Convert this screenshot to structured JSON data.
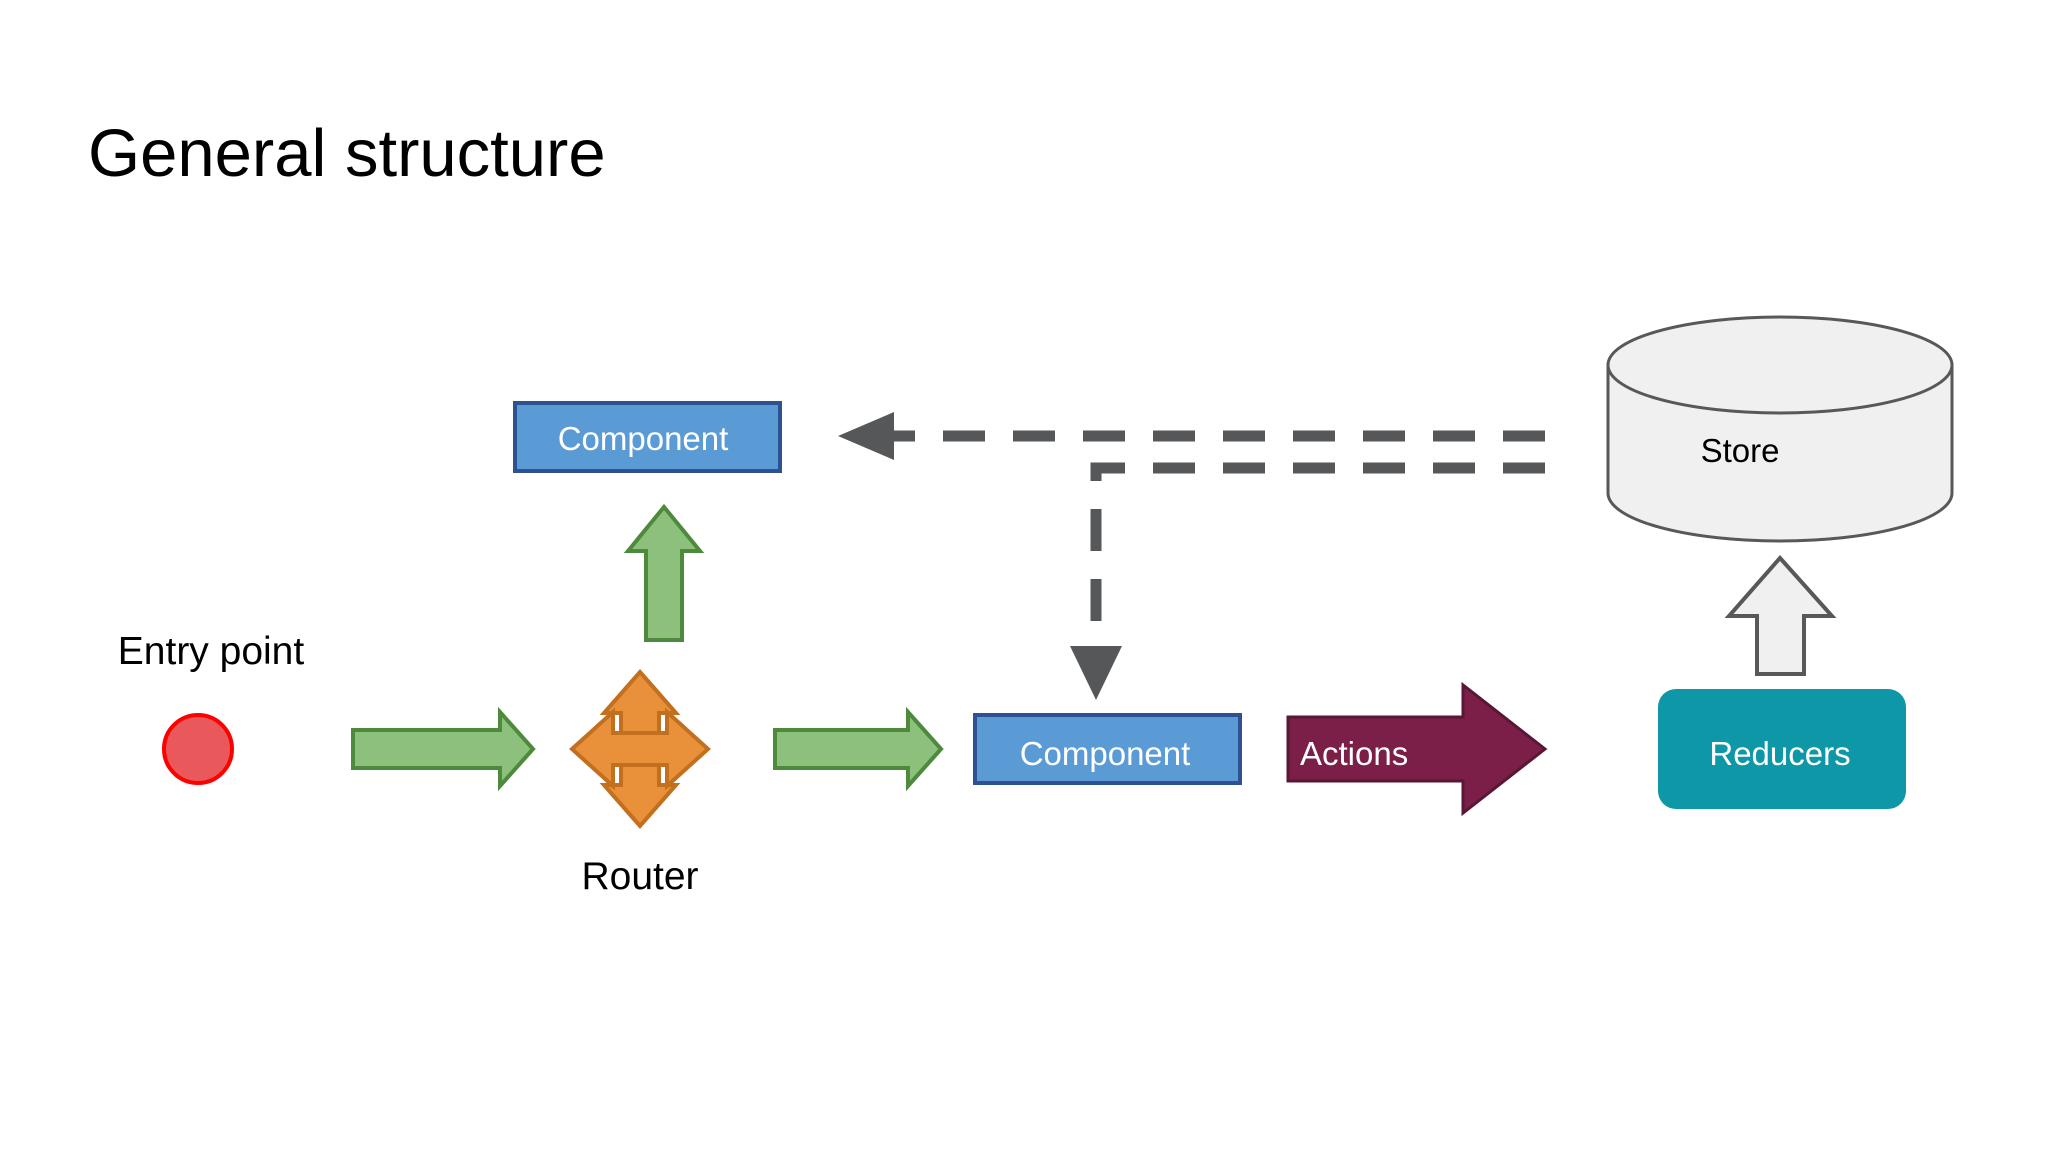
{
  "slide": {
    "title": "General structure",
    "background": "#ffffff"
  },
  "palette": {
    "component_fill": "#5B9BD5",
    "component_stroke": "#2E528F",
    "component_text": "#ffffff",
    "router_fill": "#E8913A",
    "router_stroke": "#C2701F",
    "green_arrow_fill": "#8DC07C",
    "green_arrow_stroke": "#4E8A3C",
    "entry_circle_fill": "#E9585B",
    "entry_circle_stroke": "#FF0000",
    "actions_fill": "#7B1F48",
    "actions_stroke": "#5A1635",
    "reducers_fill": "#0E97A6",
    "store_fill": "#F0F0F0",
    "store_stroke": "#58585A",
    "dashed_line": "#555759",
    "hollow_arrow_fill": "#F0F0F0",
    "hollow_arrow_stroke": "#58585A",
    "title_text": "#000000",
    "label_text": "#000000"
  },
  "nodes": {
    "entry_point": {
      "label": "Entry point",
      "shape": "circle",
      "icon": "red-circle-icon"
    },
    "router": {
      "label": "Router",
      "shape": "four-way-arrow",
      "icon": "four-way-arrow-icon"
    },
    "component_top": {
      "label": "Component",
      "shape": "rectangle"
    },
    "component_mid": {
      "label": "Component",
      "shape": "rectangle"
    },
    "actions": {
      "label": "Actions",
      "shape": "block-arrow-right"
    },
    "reducers": {
      "label": "Reducers",
      "shape": "rounded-rectangle"
    },
    "store": {
      "label": "Store",
      "shape": "cylinder"
    }
  },
  "connectors": [
    {
      "name": "entry-to-router",
      "style": "solid-block-arrow",
      "color": "#8DC07C",
      "direction": "right",
      "from": "entry_point",
      "to": "router"
    },
    {
      "name": "router-to-component-top",
      "style": "solid-block-arrow",
      "color": "#8DC07C",
      "direction": "up",
      "from": "router",
      "to": "component_top"
    },
    {
      "name": "router-to-component-mid",
      "style": "solid-block-arrow",
      "color": "#8DC07C",
      "direction": "right",
      "from": "router",
      "to": "component_mid"
    },
    {
      "name": "component-mid-to-actions",
      "style": "solid-block-arrow",
      "color": "#7B1F48",
      "direction": "right",
      "from": "component_mid",
      "to": "reducers"
    },
    {
      "name": "reducers-to-store",
      "style": "hollow-block-arrow",
      "color": "#F0F0F0",
      "direction": "up",
      "from": "reducers",
      "to": "store"
    },
    {
      "name": "store-to-component-top",
      "style": "dashed-line-arrow",
      "color": "#555759",
      "direction": "left",
      "from": "store",
      "to": "component_top"
    },
    {
      "name": "store-to-component-mid",
      "style": "dashed-line-arrow",
      "color": "#555759",
      "direction": "left-then-down",
      "from": "store",
      "to": "component_mid"
    }
  ]
}
